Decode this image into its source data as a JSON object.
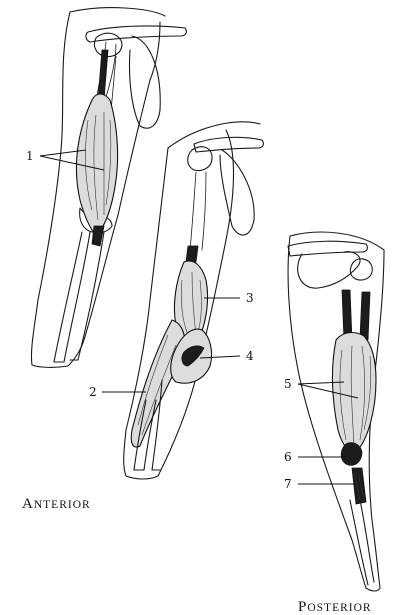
{
  "figures": {
    "anterior": {
      "caption_first": "A",
      "caption_rest": "NTERIOR"
    },
    "posterior": {
      "caption_first": "P",
      "caption_rest": "OSTERIOR"
    }
  },
  "labels": {
    "l1": "1",
    "l2": "2",
    "l3": "3",
    "l4": "4",
    "l5": "5",
    "l6": "6",
    "l7": "7"
  }
}
